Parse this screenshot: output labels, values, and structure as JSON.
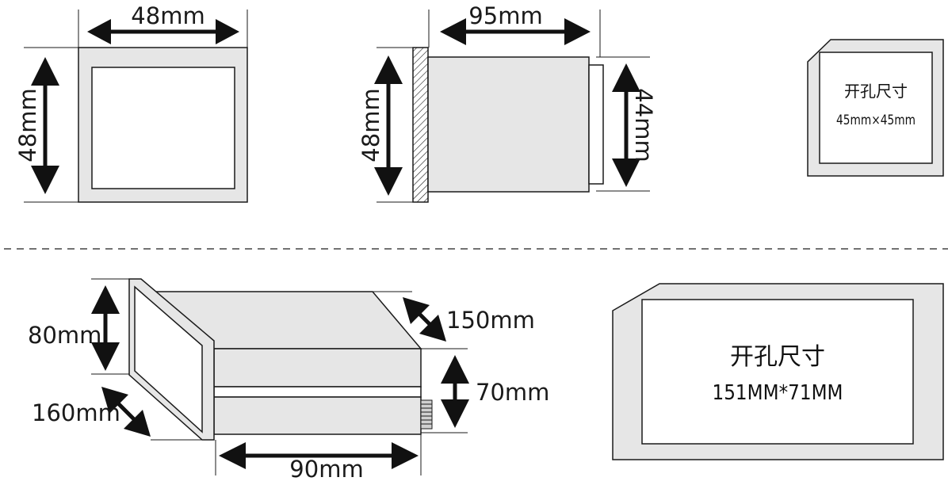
{
  "colors": {
    "panel_fill": "#e6e6e6",
    "line": "#1a1a1a",
    "background": "#ffffff"
  },
  "small_meter": {
    "front_width": "48mm",
    "front_height": "48mm",
    "side_depth": "95mm",
    "side_height": "48mm",
    "body_height": "44mm",
    "cutout_title": "开孔尺寸",
    "cutout_size": "45mm×45mm"
  },
  "large_meter": {
    "front_height": "80mm",
    "front_width": "160mm",
    "top_depth": "150mm",
    "body_height": "70mm",
    "body_depth": "90mm",
    "cutout_title": "开孔尺寸",
    "cutout_size": "151MM*71MM"
  }
}
